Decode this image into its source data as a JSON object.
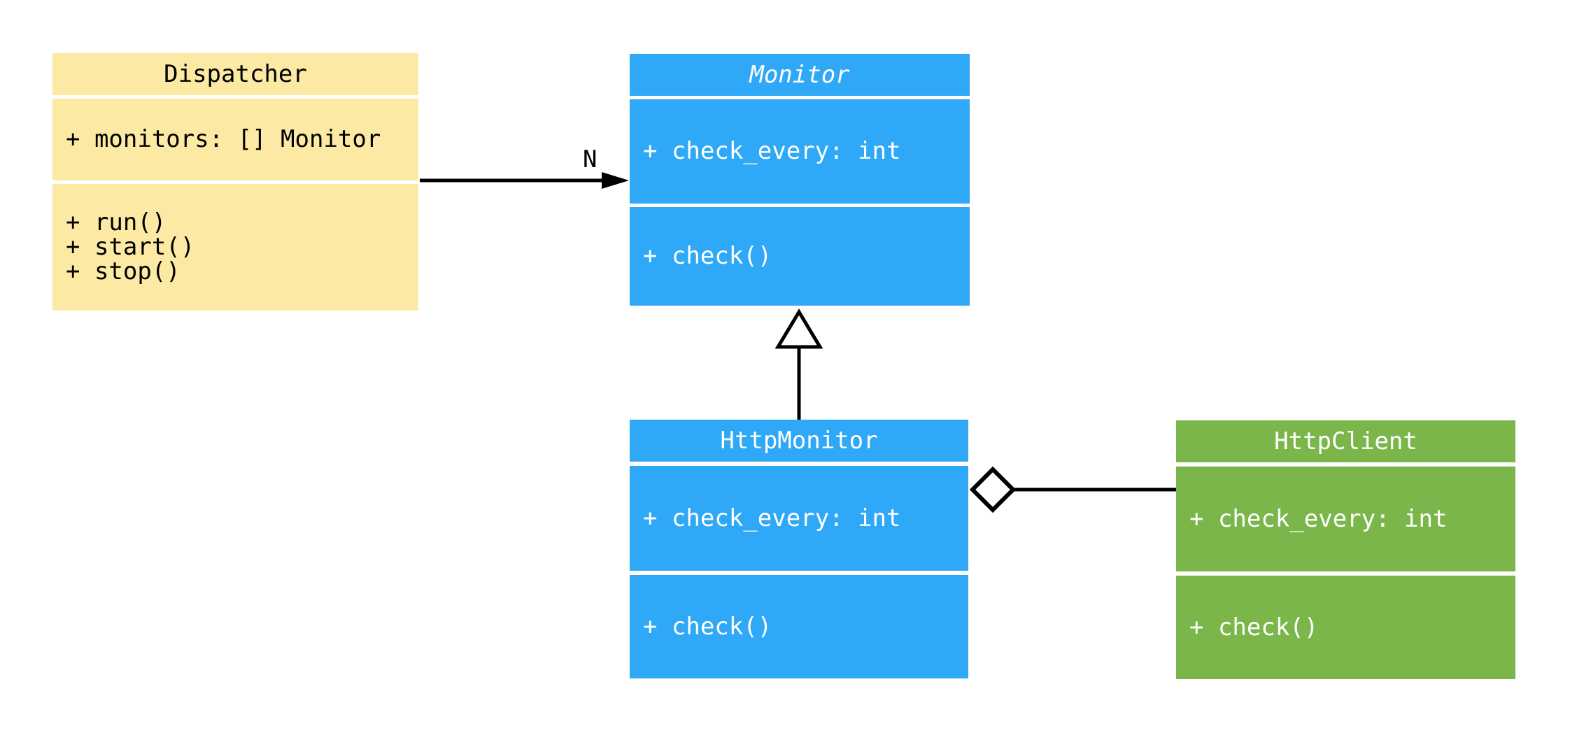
{
  "diagram": {
    "colors": {
      "background": "#FFFFFF",
      "connector": "#000000",
      "dispatcher_fill": "#FCE9A4",
      "monitor_fill": "#2FA8F7",
      "client_fill": "#7BB64A"
    },
    "classes": [
      {
        "name": "Dispatcher",
        "abstract": false,
        "fill": "#FCE9A4",
        "text_color": "#000000",
        "attributes": [
          "+ monitors: [] Monitor"
        ],
        "methods": [
          "+ run()",
          "+ start()",
          "+ stop()"
        ]
      },
      {
        "name": "Monitor",
        "abstract": true,
        "fill": "#2FA8F7",
        "text_color": "#FFFFFF",
        "attributes": [
          "+ check_every: int"
        ],
        "methods": [
          "+ check()"
        ]
      },
      {
        "name": "HttpMonitor",
        "abstract": false,
        "fill": "#2FA8F7",
        "text_color": "#FFFFFF",
        "attributes": [
          "+ check_every: int"
        ],
        "methods": [
          "+ check()"
        ]
      },
      {
        "name": "HttpClient",
        "abstract": false,
        "fill": "#7BB64A",
        "text_color": "#FFFFFF",
        "attributes": [
          "+ check_every: int"
        ],
        "methods": [
          "+ check()"
        ]
      }
    ],
    "relations": [
      {
        "from": "Dispatcher",
        "to": "Monitor",
        "type": "directed-association",
        "label": "N"
      },
      {
        "from": "HttpMonitor",
        "to": "Monitor",
        "type": "inheritance",
        "label": ""
      },
      {
        "from": "HttpMonitor",
        "to": "HttpClient",
        "type": "aggregation",
        "label": ""
      }
    ]
  }
}
